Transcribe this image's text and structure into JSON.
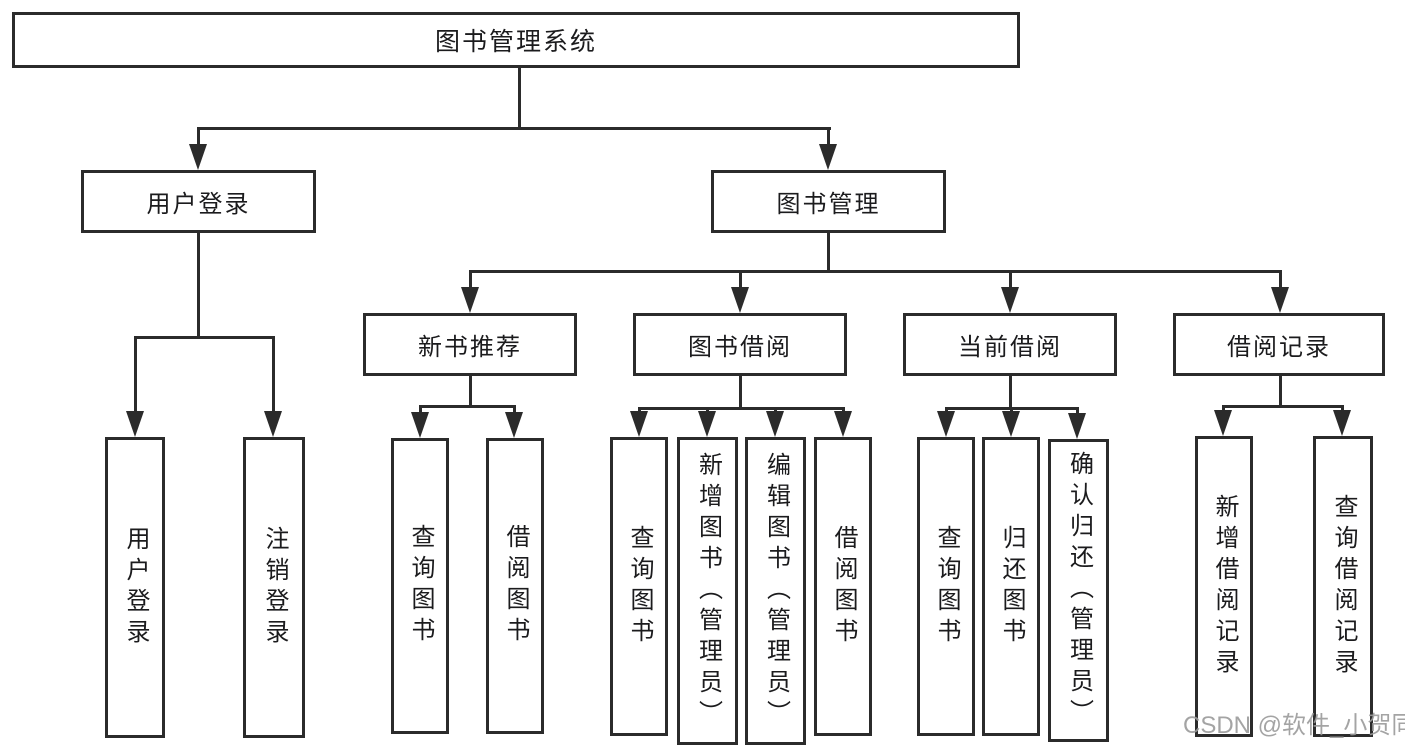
{
  "diagram": {
    "root": {
      "label": "图书管理系统",
      "children": [
        {
          "label": "用户登录",
          "children": [
            {
              "label": "用户登录"
            },
            {
              "label": "注销登录"
            }
          ]
        },
        {
          "label": "图书管理",
          "children": [
            {
              "label": "新书推荐",
              "children": [
                {
                  "label": "查询图书"
                },
                {
                  "label": "借阅图书"
                }
              ]
            },
            {
              "label": "图书借阅",
              "children": [
                {
                  "label": "查询图书"
                },
                {
                  "label": "新增图书（管理员）"
                },
                {
                  "label": "编辑图书（管理员）"
                },
                {
                  "label": "借阅图书"
                }
              ]
            },
            {
              "label": "当前借阅",
              "children": [
                {
                  "label": "查询图书"
                },
                {
                  "label": "归还图书"
                },
                {
                  "label": "确认归还（管理员）"
                }
              ]
            },
            {
              "label": "借阅记录",
              "children": [
                {
                  "label": "新增借阅记录"
                },
                {
                  "label": "查询借阅记录"
                }
              ]
            }
          ]
        }
      ]
    }
  },
  "colors": {
    "line": "#2b2b2b",
    "text": "#1b1b1d",
    "background": "#ffffff",
    "watermark": "#9a9a9a"
  },
  "watermark": {
    "text": "CSDN @软件_小贺同学"
  }
}
